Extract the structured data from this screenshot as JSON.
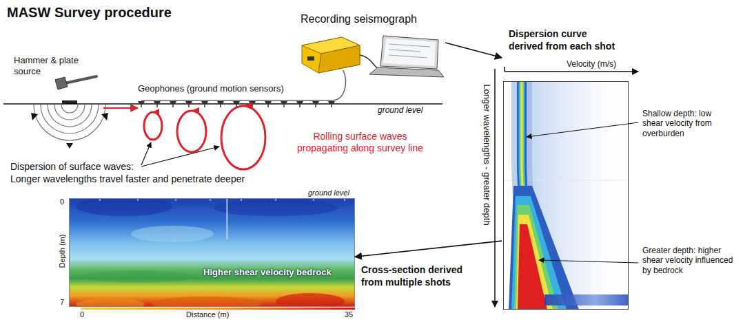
{
  "diagram": {
    "title": "MASW Survey procedure",
    "nodes": [
      {
        "text": [
          "Recording seismograph"
        ]
      },
      {
        "text": [
          "Dispersion curve derived from each shot"
        ]
      },
      {
        "text": [
          "Higher shear velocity bedrock"
        ]
      }
    ],
    "edges": [
      {
        "from": 0,
        "to": 1,
        "arrow": "to"
      },
      {
        "from": 1,
        "to": 2,
        "arrow": "to"
      }
    ],
    "labels": [
      "Hammer & plate source",
      "Geophones (ground motion sensors)",
      "ground level",
      "Rolling surface waves propagating along survey line",
      "Dispersion of surface waves:",
      "Longer wavelengths travel faster and penetrate deeper",
      "Velocity (m/s)",
      "Longer wavelengths - greater depth",
      "Shallow depth: low shear velocity from overburden",
      "Greater depth: higher shear velocity influenced by bedrock",
      "ground level",
      "0",
      "7",
      "Depth (m)",
      "0",
      "Distance (m)",
      "35",
      "Cross-section derived from multiple shots"
    ]
  }
}
